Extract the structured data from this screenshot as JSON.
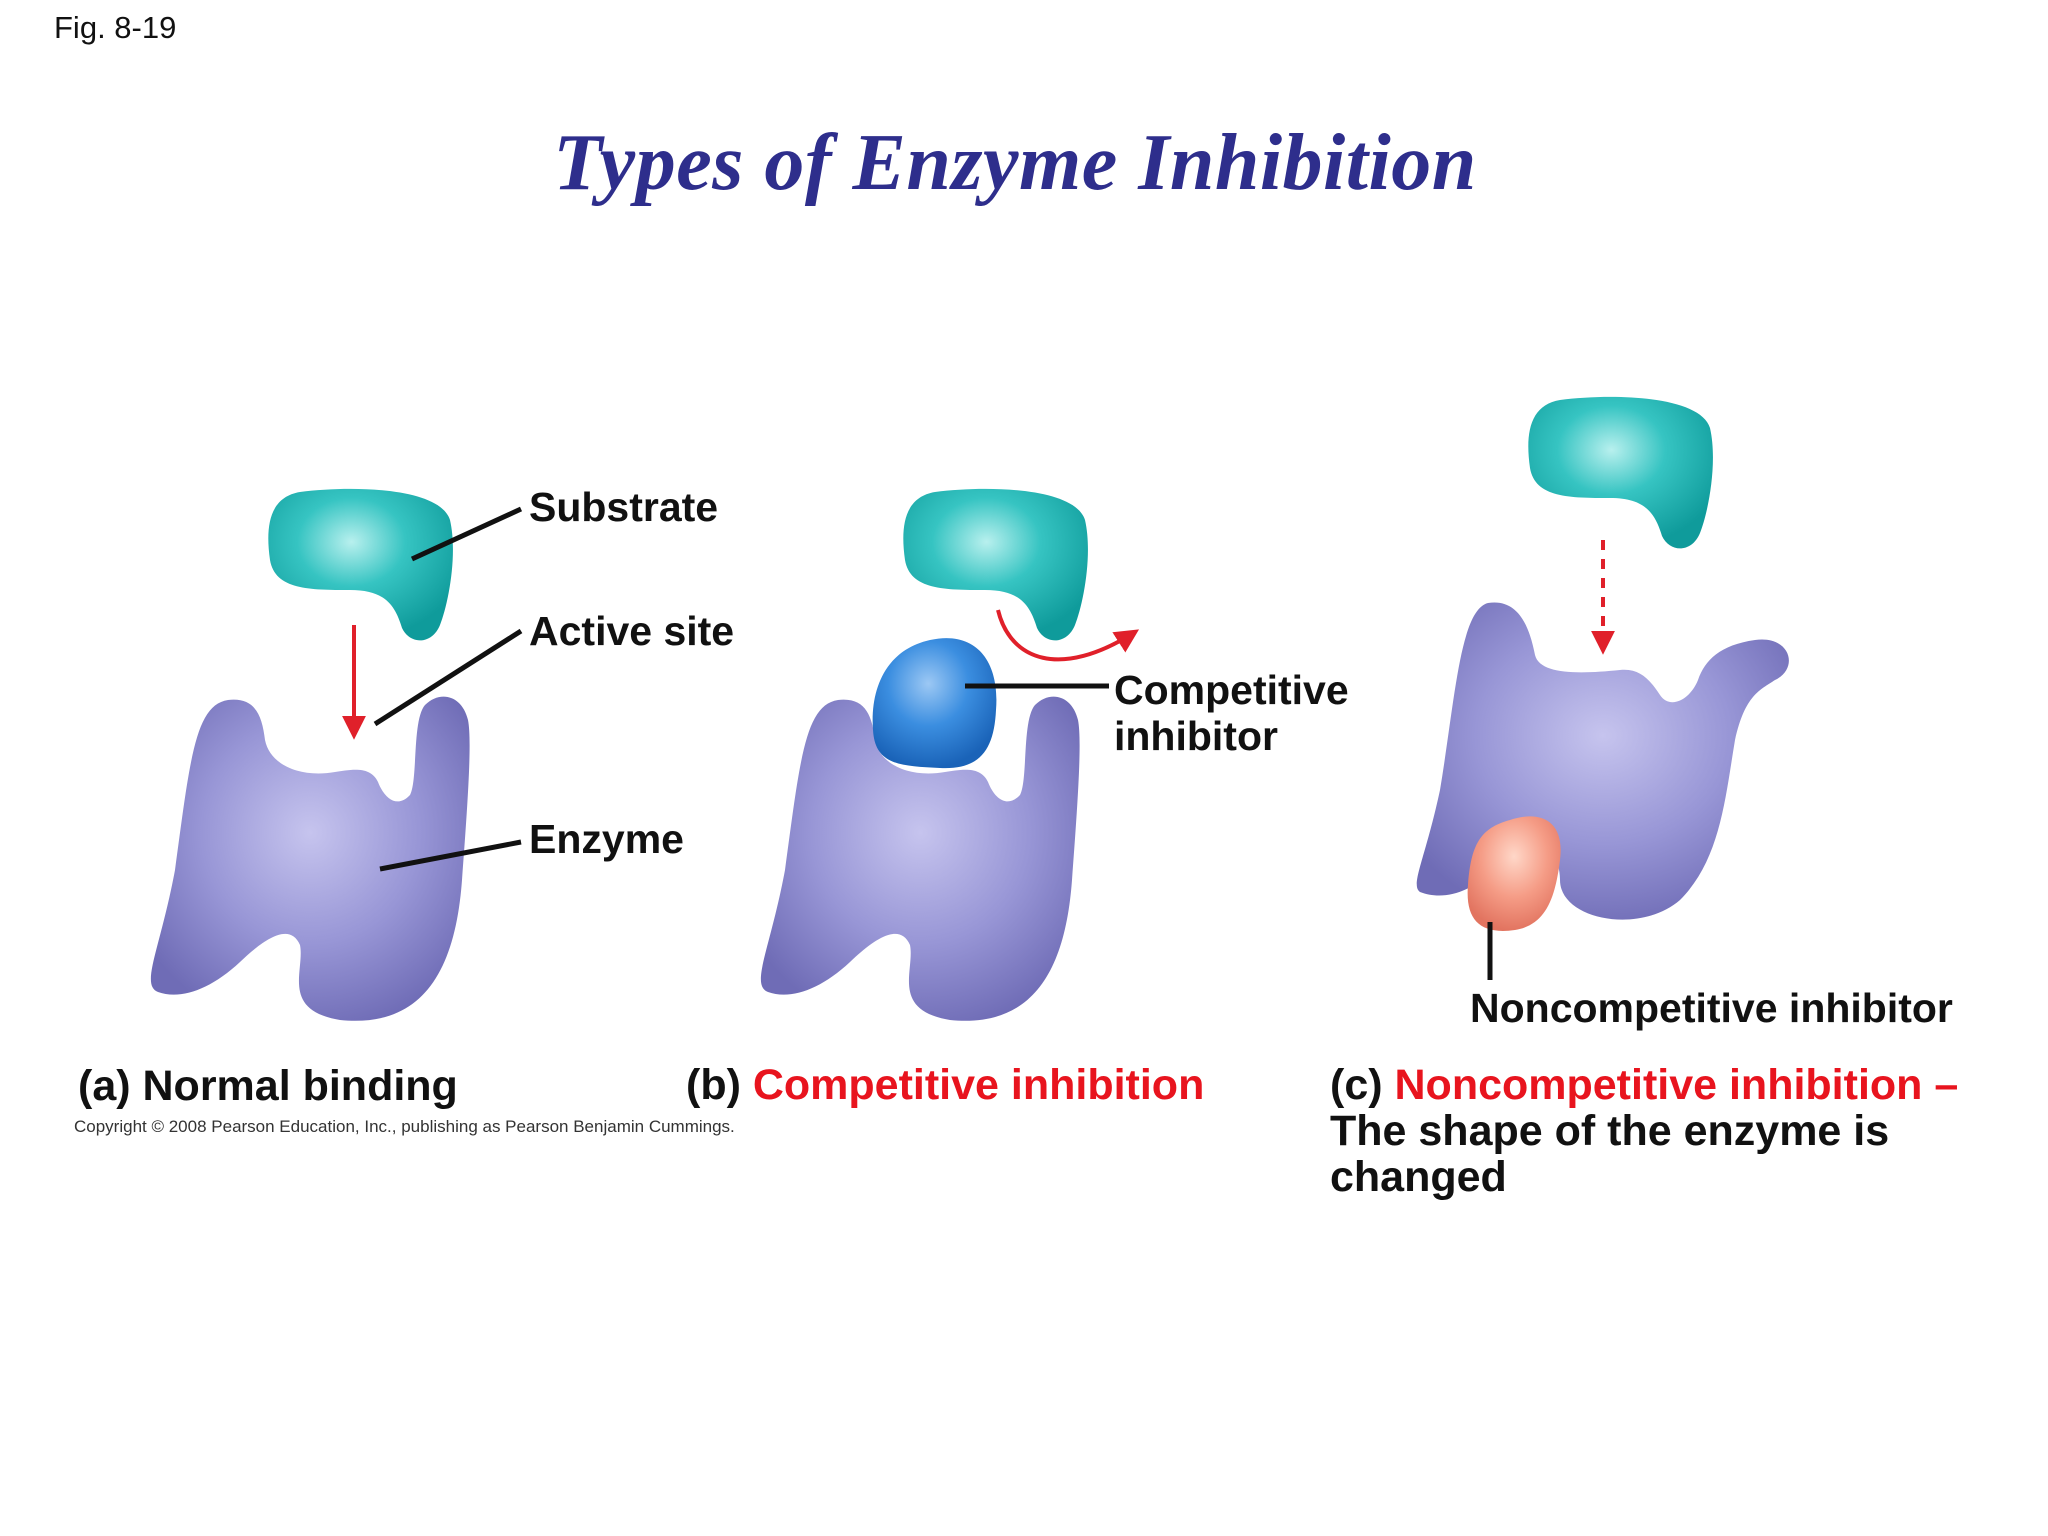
{
  "figure_label": "Fig. 8-19",
  "title": "Types of Enzyme Inhibition",
  "labels": {
    "substrate": "Substrate",
    "active_site": "Active site",
    "enzyme": "Enzyme",
    "competitive_inhibitor_line1": "Competitive",
    "competitive_inhibitor_line2": "inhibitor",
    "noncompetitive_inhibitor": "Noncompetitive inhibitor"
  },
  "captions": {
    "a": {
      "prefix": "(a) Normal binding"
    },
    "b": {
      "prefix": "(b) ",
      "highlight": "Competitive inhibition"
    },
    "c": {
      "prefix": "(c) ",
      "highlight": "Noncompetitive inhibition –",
      "line2": "The shape of the enzyme is",
      "line3": "changed"
    }
  },
  "copyright": "Copyright © 2008 Pearson Education, Inc., publishing as Pearson Benjamin Cummings.",
  "colors": {
    "title": "#2e2e8c",
    "enzyme": "#8e8cd0",
    "substrate": "#1eb3b3",
    "competitive_inhibitor": "#2d7fd0",
    "noncompetitive_inhibitor": "#f0907a",
    "arrow": "#e0202a",
    "highlight_text": "#e8141e"
  }
}
